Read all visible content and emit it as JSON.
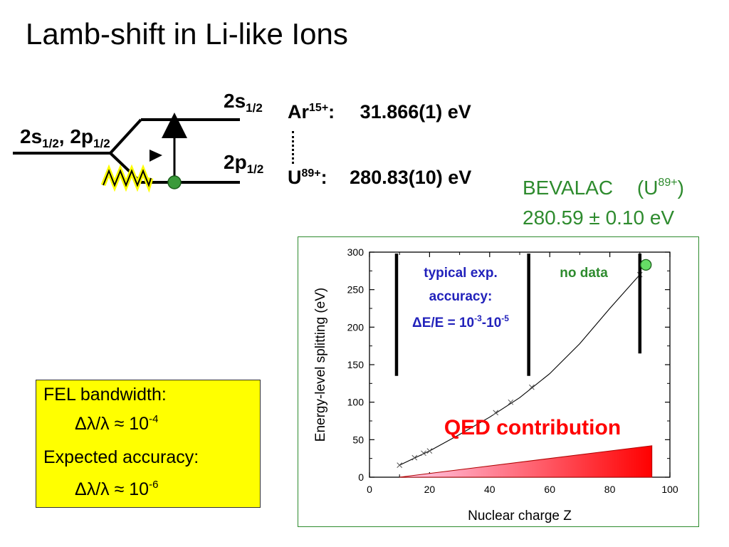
{
  "title": "Lamb-shift in Li-like Ions",
  "levels": {
    "upper": {
      "main": "2s",
      "sub": "1/2"
    },
    "lower": {
      "main": "2p",
      "sub": "1/2"
    },
    "degenerate_a": {
      "main": "2s",
      "sub": "1/2"
    },
    "separator": ",",
    "degenerate_b": {
      "main": "2p",
      "sub": "1/2"
    }
  },
  "measurements": {
    "ar": {
      "ion": "Ar",
      "charge": "15+",
      "colon": ":",
      "value": "31.866(1) eV"
    },
    "u": {
      "ion": "U",
      "charge": "89+",
      "colon": ":",
      "value": "280.83(10) eV"
    }
  },
  "bevalac": {
    "label": "BEVALAC",
    "ion_open": "(U",
    "ion_charge": "89+",
    "ion_close": ")",
    "value": "280.59 ± 0.10 eV"
  },
  "fel": {
    "bandwidth_label": "FEL bandwidth:",
    "bandwidth_symbol": "Δλ/λ  ≈",
    "bandwidth_base": "10",
    "bandwidth_exp": "-4",
    "accuracy_label": "Expected accuracy:",
    "accuracy_symbol": "Δλ/λ  ≈",
    "accuracy_base": "10",
    "accuracy_exp": "-6"
  },
  "chart_annotations": {
    "typical_line1": "typical exp.",
    "typical_line2": "accuracy:",
    "typical_line3_prefix": "ΔE/E = 10",
    "typical_exp1": "-3",
    "typical_dash": "-10",
    "typical_exp2": "-5",
    "no_data": "no data",
    "qed": "QED contribution"
  },
  "colors": {
    "green": "#2e8b2e",
    "blue": "#2222bb",
    "red": "#ff0000",
    "yellow": "#ffff00",
    "marker_green": "#66dd66"
  },
  "chart_data": {
    "type": "scatter",
    "xlabel": "Nuclear charge Z",
    "ylabel": "Energy-level splitting (eV)",
    "xlim": [
      0,
      100
    ],
    "ylim": [
      0,
      300
    ],
    "xticks": [
      0,
      20,
      40,
      60,
      80,
      100
    ],
    "yticks": [
      0,
      50,
      100,
      150,
      200,
      250,
      300
    ],
    "series": [
      {
        "values_x": [
          10,
          15,
          18,
          20,
          42,
          47,
          54,
          90
        ],
        "values_y": [
          16,
          26,
          32,
          35,
          86,
          100,
          120,
          270
        ],
        "marker": "x"
      }
    ],
    "curve": {
      "x": [
        10,
        20,
        30,
        40,
        50,
        60,
        70,
        80,
        90
      ],
      "y": [
        16,
        35,
        57,
        80,
        106,
        138,
        178,
        225,
        270
      ]
    },
    "highlight_point": {
      "x": 92,
      "y": 283
    },
    "qed_wedge": {
      "x": [
        10,
        94
      ],
      "y_end": 42
    },
    "vertical_bars_x": [
      9,
      53,
      90
    ]
  }
}
